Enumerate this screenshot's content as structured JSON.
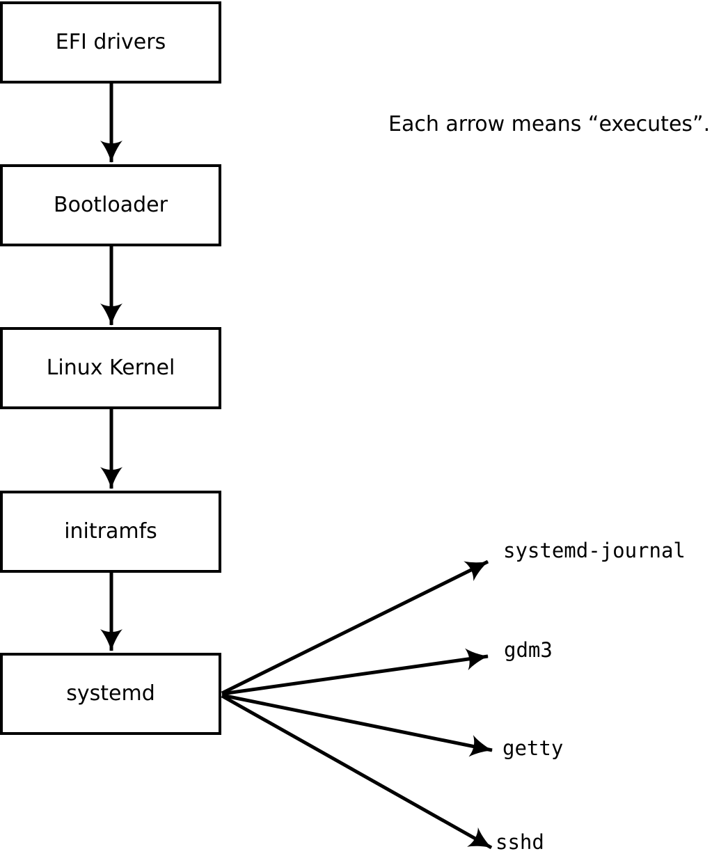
{
  "note": "Each arrow means “executes”.",
  "diagram": {
    "arrow_meaning": "executes",
    "boxes": [
      {
        "id": "efi-drivers",
        "label": "EFI drivers"
      },
      {
        "id": "bootloader",
        "label": "Bootloader"
      },
      {
        "id": "linux-kernel",
        "label": "Linux Kernel"
      },
      {
        "id": "initramfs",
        "label": "initramfs"
      },
      {
        "id": "systemd",
        "label": "systemd"
      }
    ],
    "chain_arrows": [
      {
        "from": "efi-drivers",
        "to": "bootloader"
      },
      {
        "from": "bootloader",
        "to": "linux-kernel"
      },
      {
        "from": "linux-kernel",
        "to": "initramfs"
      },
      {
        "from": "initramfs",
        "to": "systemd"
      }
    ],
    "targets": [
      {
        "id": "systemd-journal",
        "label": "systemd-journal"
      },
      {
        "id": "gdm3",
        "label": "gdm3"
      },
      {
        "id": "getty",
        "label": "getty"
      },
      {
        "id": "sshd",
        "label": "sshd"
      }
    ],
    "fanout_from": "systemd",
    "colors": {
      "line": "#000000",
      "text": "#000000",
      "background": "#ffffff",
      "box_fill": "#ffffff"
    }
  }
}
